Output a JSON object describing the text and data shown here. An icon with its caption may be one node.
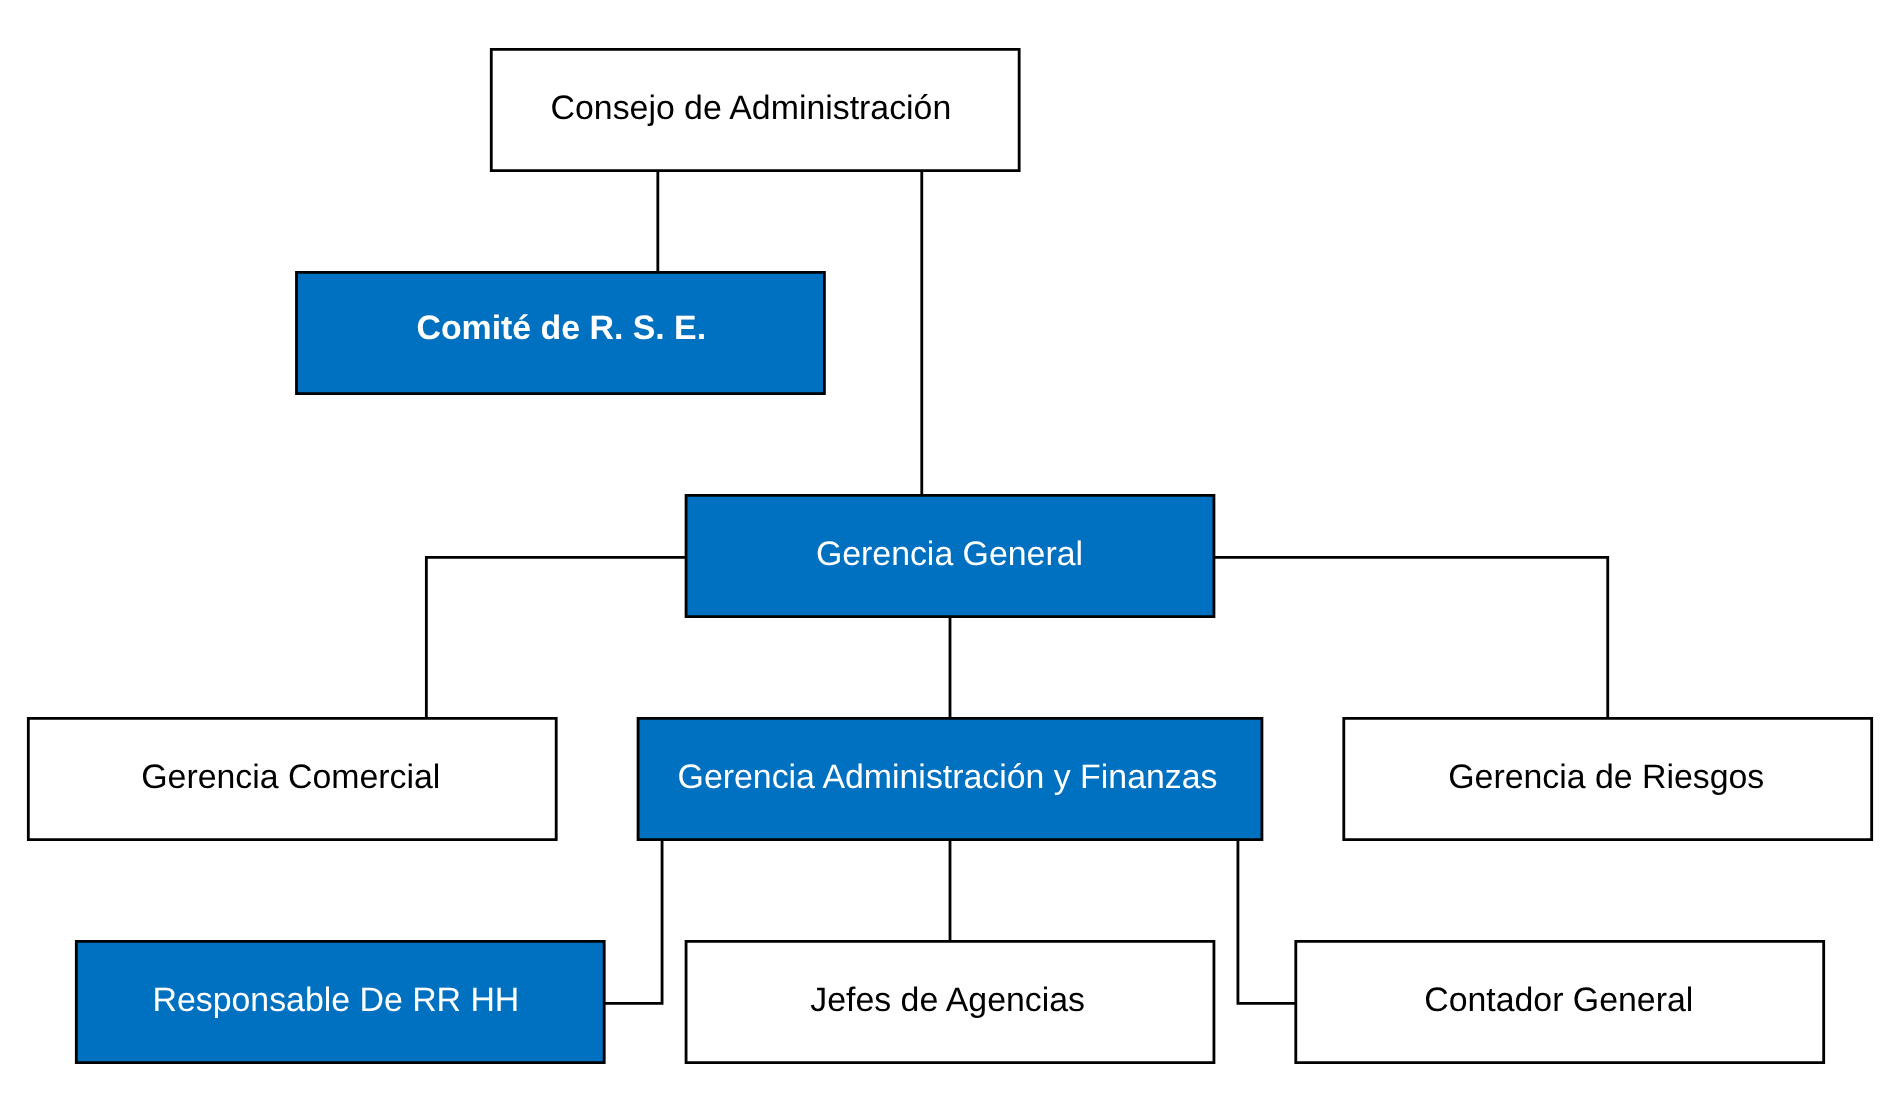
{
  "diagram": {
    "nodes": [
      {
        "text": [
          "Consejo de Administración"
        ]
      },
      {
        "text": [
          "Comité de R. S. E."
        ]
      },
      {
        "text": [
          "Gerencia General"
        ]
      },
      {
        "text": [
          "Gerencia Comercial"
        ]
      },
      {
        "text": [
          "Gerencia Administración y Finanzas"
        ]
      },
      {
        "text": [
          "Gerencia de Riesgos"
        ]
      },
      {
        "text": [
          "Responsable De RR HH"
        ]
      },
      {
        "text": [
          "Jefes de Agencias"
        ]
      },
      {
        "text": [
          "Contador General"
        ]
      }
    ],
    "edges": [
      {
        "from": 0,
        "to": 1,
        "arrow": "none"
      },
      {
        "from": 0,
        "to": 2,
        "arrow": "none"
      },
      {
        "from": 2,
        "to": 3,
        "arrow": "none"
      },
      {
        "from": 2,
        "to": 4,
        "arrow": "none"
      },
      {
        "from": 2,
        "to": 5,
        "arrow": "none"
      },
      {
        "from": 4,
        "to": 6,
        "arrow": "none"
      },
      {
        "from": 4,
        "to": 7,
        "arrow": "none"
      },
      {
        "from": 4,
        "to": 8,
        "arrow": "none"
      }
    ]
  }
}
